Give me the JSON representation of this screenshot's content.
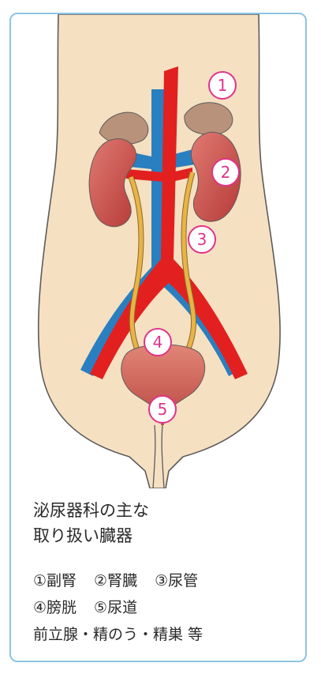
{
  "caption": {
    "line1": "泌尿器科の主な",
    "line2": "取り扱い臓器"
  },
  "markers": [
    "1",
    "2",
    "3",
    "4",
    "5"
  ],
  "legend": {
    "row1": [
      "①副腎",
      "②腎臓",
      "③尿管"
    ],
    "row2": [
      "④膀胱",
      "⑤尿道"
    ],
    "row3": "前立腺・精のう・精巣 等"
  },
  "colors": {
    "skin": "#f6e0c2",
    "outline": "#5c5c5c",
    "kidney": "#c44a46",
    "adrenal": "#b8927a",
    "vein": "#2a7fc0",
    "artery": "#e2201f",
    "ureter": "#e8b446",
    "marker": "#e0338a",
    "border": "#8ec4e4"
  }
}
